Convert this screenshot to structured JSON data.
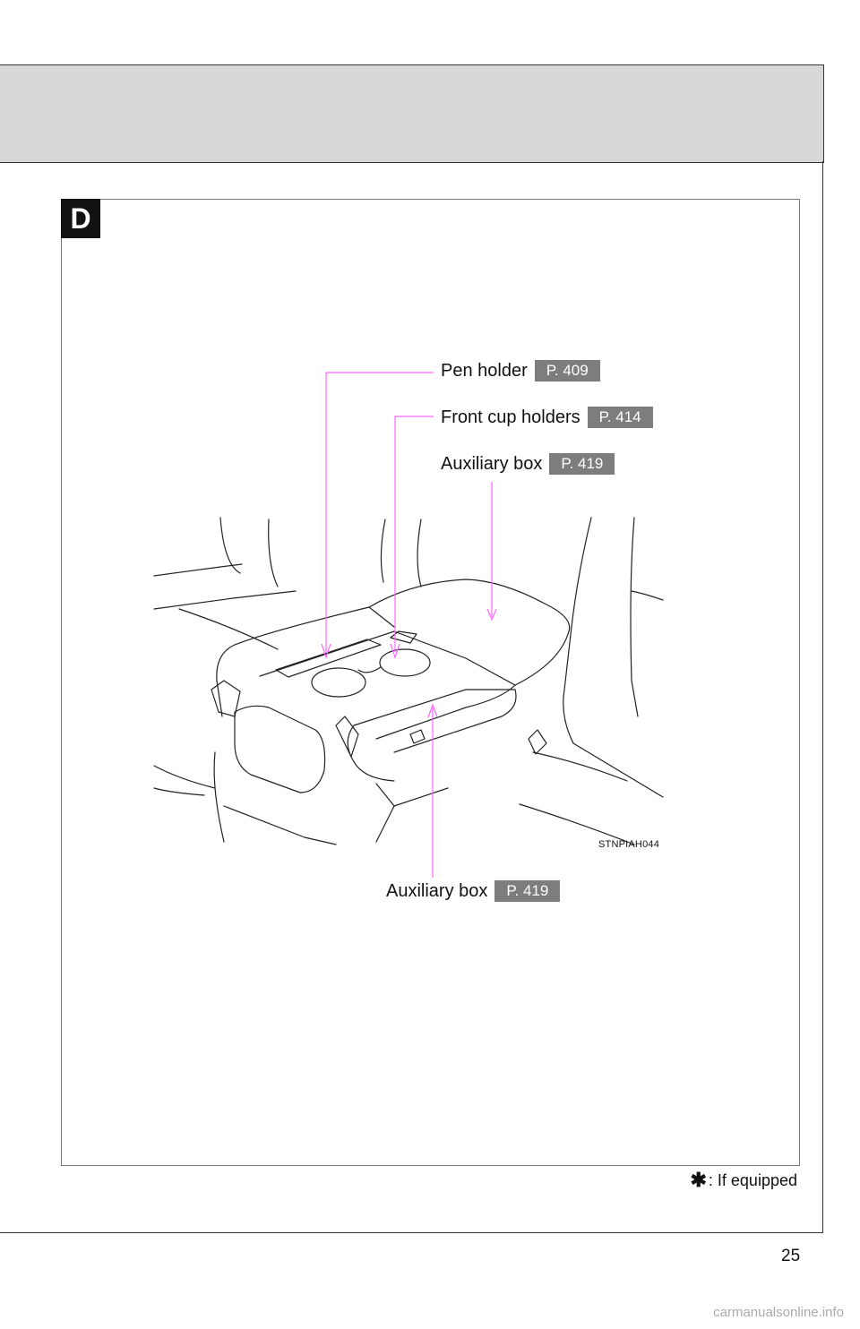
{
  "section": {
    "letter": "D"
  },
  "callouts": [
    {
      "label": "Pen holder",
      "page": "P. 409"
    },
    {
      "label": "Front cup holders",
      "page": "P. 414"
    },
    {
      "label": "Auxiliary box",
      "page": "P. 419"
    },
    {
      "label": "Auxiliary box",
      "page": "P. 419"
    }
  ],
  "illustration": {
    "code": "STNPIAH044",
    "accent_color": "#ff66ff"
  },
  "footnote": {
    "symbol": "✱",
    "text": ": If equipped"
  },
  "page_number": "25",
  "watermark": "carmanualsonline.info"
}
